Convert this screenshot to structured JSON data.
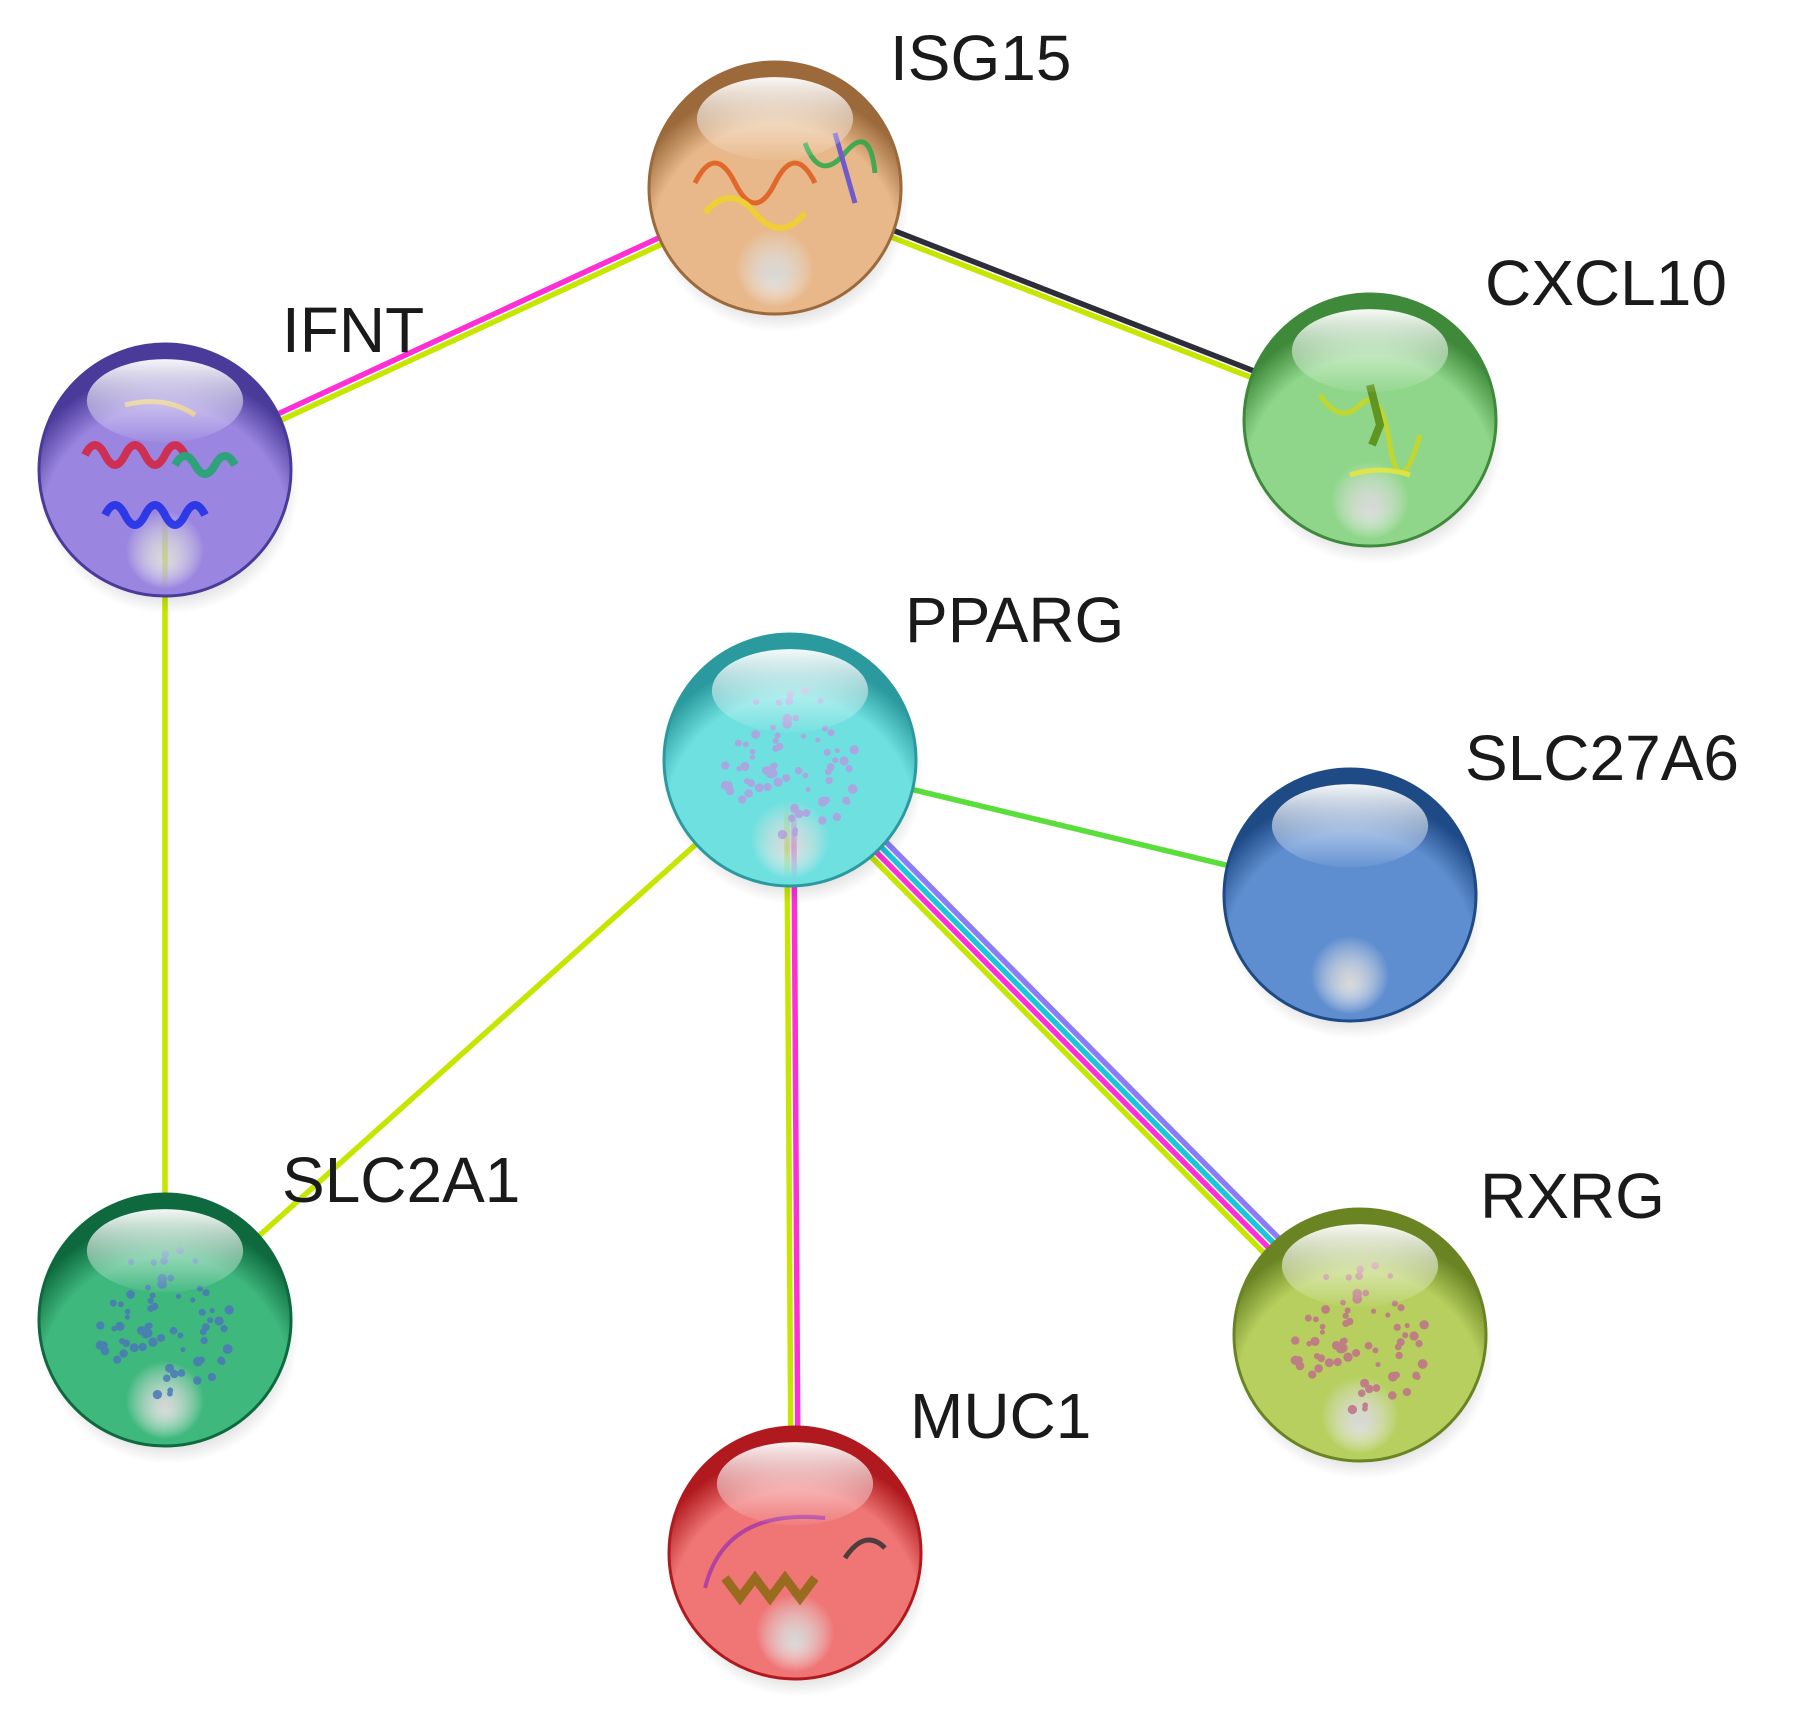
{
  "nodes": [
    {
      "id": "ISG15",
      "label": "ISG15",
      "color": "#e8b88a",
      "dark": "#9c6a3a",
      "glyph": "ribbon-warm"
    },
    {
      "id": "IFNT",
      "label": "IFNT",
      "color": "#9a86e0",
      "dark": "#4a3a9a",
      "glyph": "ribbon-helix"
    },
    {
      "id": "CXCL10",
      "label": "CXCL10",
      "color": "#8fd68a",
      "dark": "#3f8a3a",
      "glyph": "ribbon-yellow"
    },
    {
      "id": "PPARG",
      "label": "PPARG",
      "color": "#6fe0e0",
      "dark": "#2a9a9e",
      "glyph": "dots-lavender"
    },
    {
      "id": "SLC27A6",
      "label": "SLC27A6",
      "color": "#5f8ed0",
      "dark": "#1e4a86",
      "glyph": "none"
    },
    {
      "id": "SLC2A1",
      "label": "SLC2A1",
      "color": "#3fb87e",
      "dark": "#0e6a3e",
      "glyph": "dots-blue"
    },
    {
      "id": "RXRG",
      "label": "RXRG",
      "color": "#b6cf5e",
      "dark": "#6a8424",
      "glyph": "dots-pink"
    },
    {
      "id": "MUC1",
      "label": "MUC1",
      "color": "#f07676",
      "dark": "#b01a1e",
      "glyph": "ribbon-red"
    }
  ],
  "edges": [
    {
      "from": "ISG15",
      "to": "IFNT",
      "colors": [
        "#c6e600",
        "#ff2fd6"
      ]
    },
    {
      "from": "ISG15",
      "to": "CXCL10",
      "colors": [
        "#2e2e3a",
        "#c6e600"
      ]
    },
    {
      "from": "IFNT",
      "to": "SLC2A1",
      "colors": [
        "#c6e600"
      ]
    },
    {
      "from": "PPARG",
      "to": "SLC27A6",
      "colors": [
        "#5ade3a"
      ]
    },
    {
      "from": "PPARG",
      "to": "SLC2A1",
      "colors": [
        "#c6e600"
      ]
    },
    {
      "from": "PPARG",
      "to": "MUC1",
      "colors": [
        "#ff2fd6",
        "#c6e600"
      ]
    },
    {
      "from": "PPARG",
      "to": "RXRG",
      "colors": [
        "#8a7cf8",
        "#1ac6da",
        "#ff2fd6",
        "#c6e600"
      ]
    }
  ]
}
